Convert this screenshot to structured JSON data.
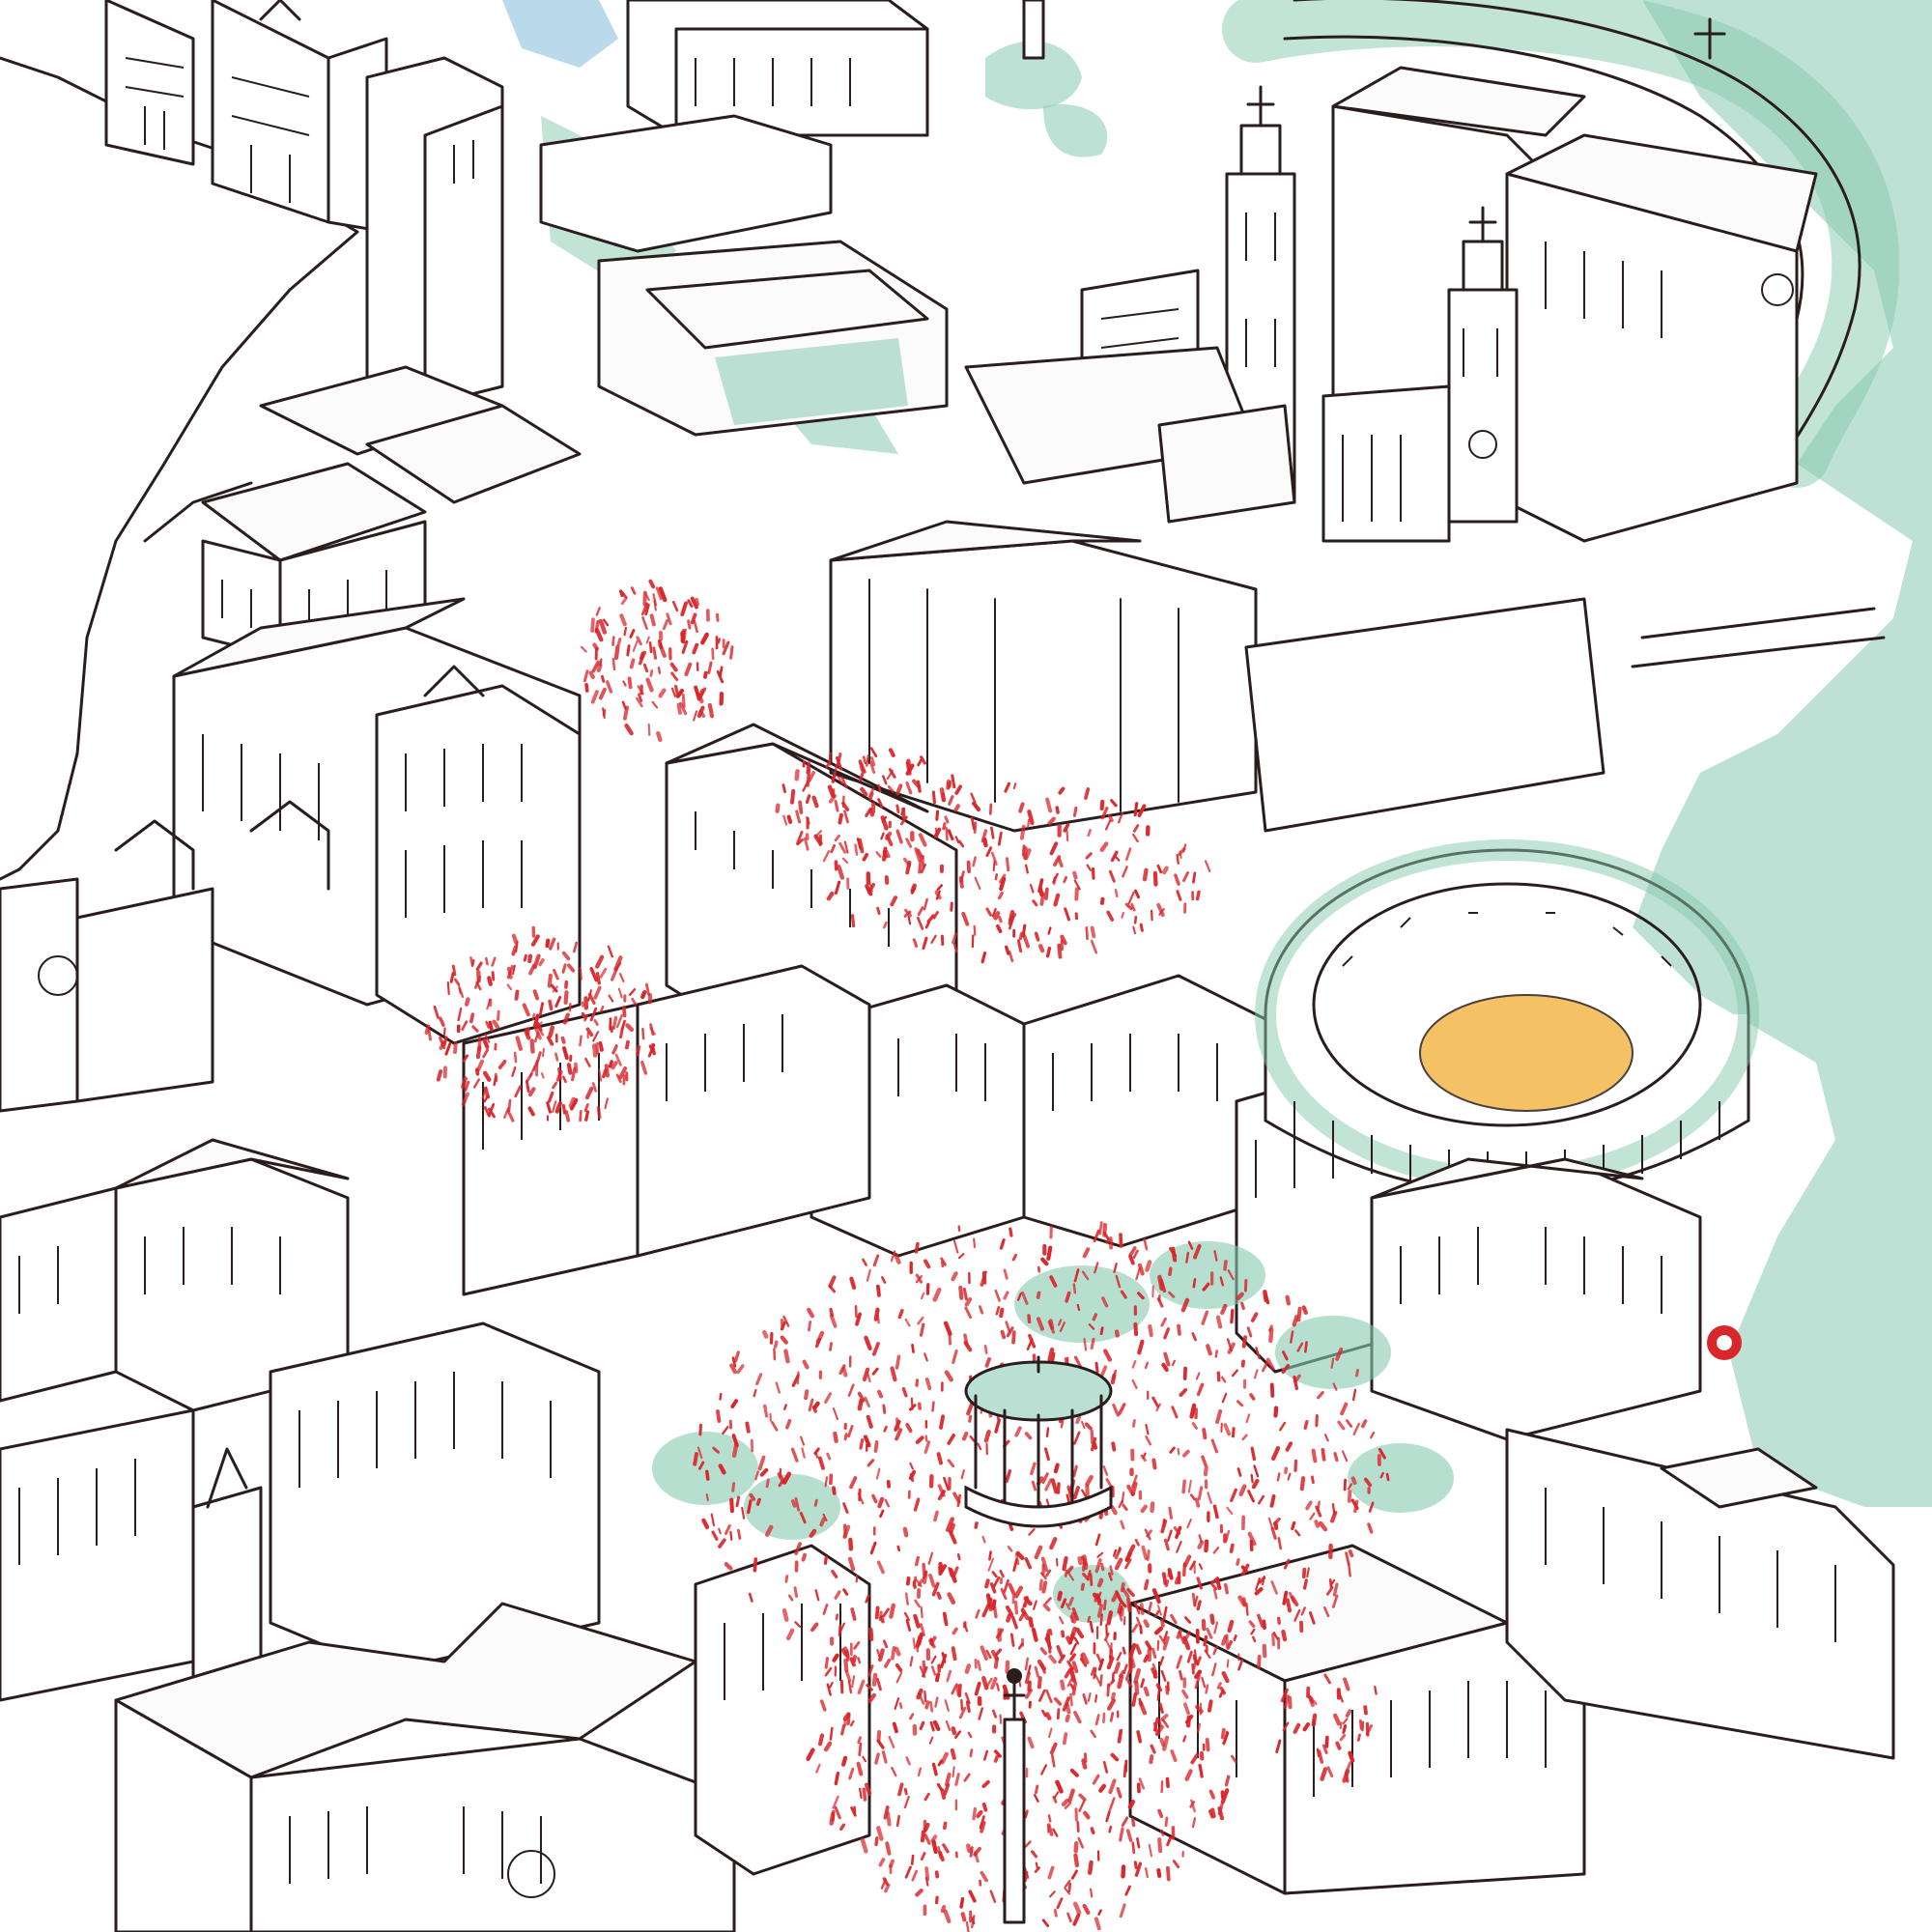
{
  "colors": {
    "ink": "#2b1d1d",
    "water": "#86c9b0",
    "water_light": "#b9e0d2",
    "river": "#a9cfe6",
    "crowd": "#d9262b",
    "arena_sand": "#f3b84a",
    "paper": "#ffffff"
  },
  "landmarks": [
    {
      "name": "bullring-icon",
      "kind": "bullring"
    },
    {
      "name": "cathedral-icon",
      "kind": "cathedral"
    },
    {
      "name": "bandstand-icon",
      "kind": "bandstand"
    },
    {
      "name": "column-monument-icon",
      "kind": "monument"
    },
    {
      "name": "city-hall-icon",
      "kind": "baroque-facade"
    },
    {
      "name": "location-marker-icon",
      "kind": "marker"
    }
  ]
}
